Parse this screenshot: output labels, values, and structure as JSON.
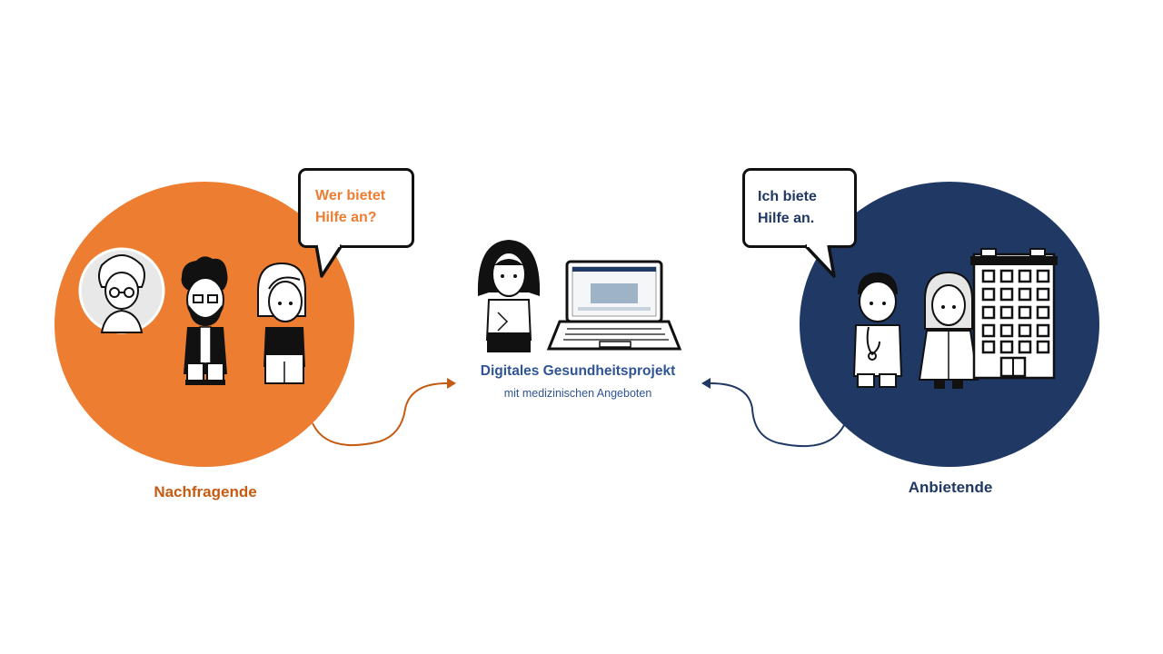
{
  "colors": {
    "seekers": "#ed7d31",
    "providers": "#1f3864",
    "seekers_text": "#c55a11",
    "providers_text": "#1f3864",
    "bubble_orange_text": "#ed7d31",
    "project_title": "#2f5496"
  },
  "left": {
    "label": "Nachfragende",
    "bubble_lines": [
      "Wer bietet",
      "Hilfe an?"
    ]
  },
  "right": {
    "label": "Anbietende",
    "bubble_lines": [
      "Ich biete",
      "Hilfe an."
    ]
  },
  "center": {
    "title": "Digitales Gesundheitsprojekt",
    "subtitle": "mit medizinischen Angeboten"
  }
}
